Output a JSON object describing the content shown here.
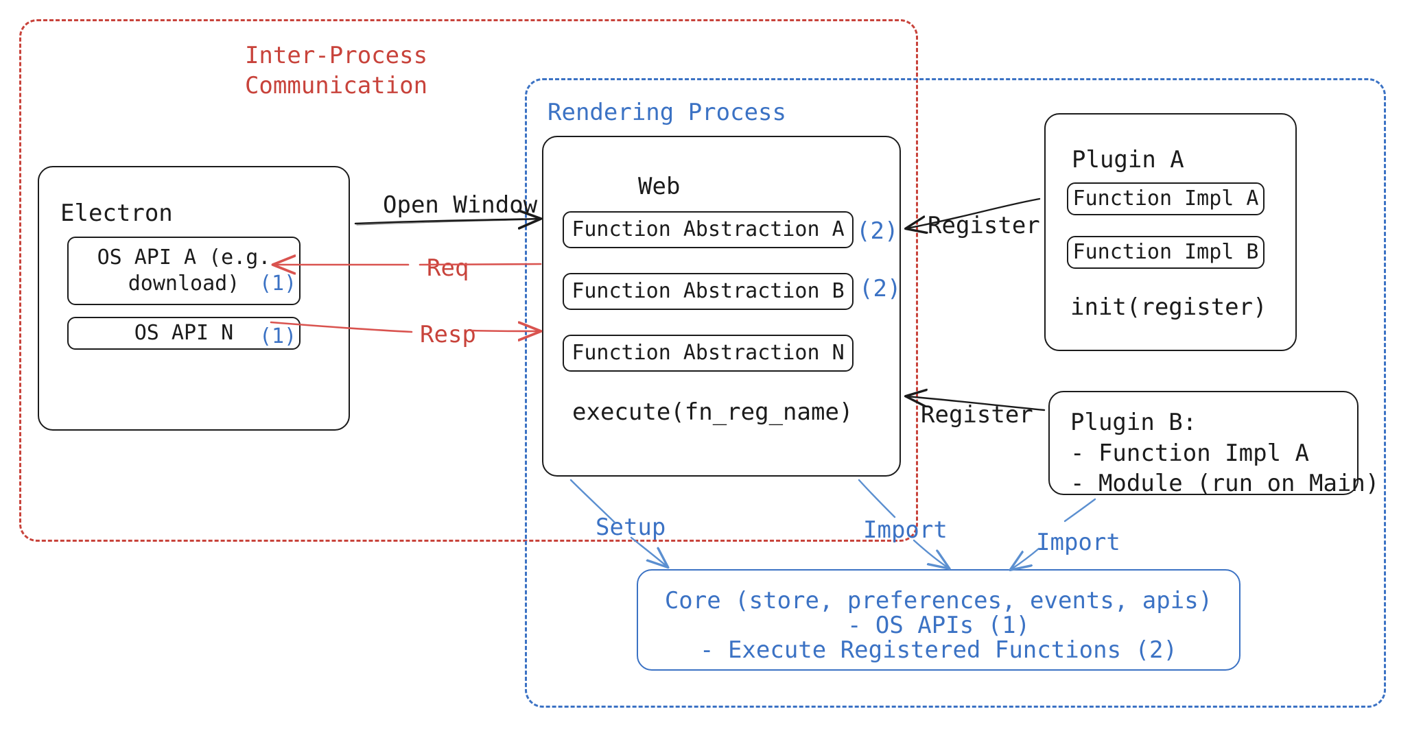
{
  "regions": {
    "ipc": {
      "label": "Inter-Process\nCommunication",
      "color": "#c8433b",
      "style": "dashed"
    },
    "rendering": {
      "label": "Rendering Process",
      "color": "#3b72c4",
      "style": "dashed"
    }
  },
  "electron": {
    "title": "Electron",
    "apis": [
      {
        "label": "OS API A (e.g.\ndownload)",
        "ref": "(1)"
      },
      {
        "label": "OS API N",
        "ref": "(1)"
      }
    ]
  },
  "web": {
    "title": "Web",
    "abstractions": [
      {
        "label": "Function Abstraction A",
        "ref": "(2)"
      },
      {
        "label": "Function Abstraction B",
        "ref": "(2)"
      },
      {
        "label": "Function Abstraction N",
        "ref": ""
      }
    ],
    "method": "execute(fn_reg_name)"
  },
  "plugin_a": {
    "title": "Plugin A",
    "functions": [
      "Function Impl A",
      "Function Impl B"
    ],
    "method": "init(register)"
  },
  "plugin_b": {
    "title": "Plugin B:",
    "lines": [
      "- Function Impl A",
      "- Module (run on Main)"
    ]
  },
  "core": {
    "line1": "Core (store, preferences, events, apis)",
    "line2": "- OS APIs (1)",
    "line3": "- Execute Registered Functions (2)",
    "color": "#3b72c4"
  },
  "arrows": [
    {
      "name": "open-window",
      "label": "Open Window",
      "color": "#1b1b1b",
      "direction": "right"
    },
    {
      "name": "req",
      "label": "Req",
      "color": "#d9534f",
      "direction": "left"
    },
    {
      "name": "resp",
      "label": "Resp",
      "color": "#d9534f",
      "direction": "right"
    },
    {
      "name": "register-plugin-a",
      "label": "Register",
      "color": "#1b1b1b",
      "direction": "left"
    },
    {
      "name": "register-plugin-b",
      "label": "Register",
      "color": "#1b1b1b",
      "direction": "left"
    },
    {
      "name": "setup",
      "label": "Setup",
      "color": "#5b8fd0",
      "direction": "down"
    },
    {
      "name": "import-web",
      "label": "Import",
      "color": "#5b8fd0",
      "direction": "down"
    },
    {
      "name": "import-plugin-b",
      "label": "Import",
      "color": "#5b8fd0",
      "direction": "down"
    }
  ]
}
